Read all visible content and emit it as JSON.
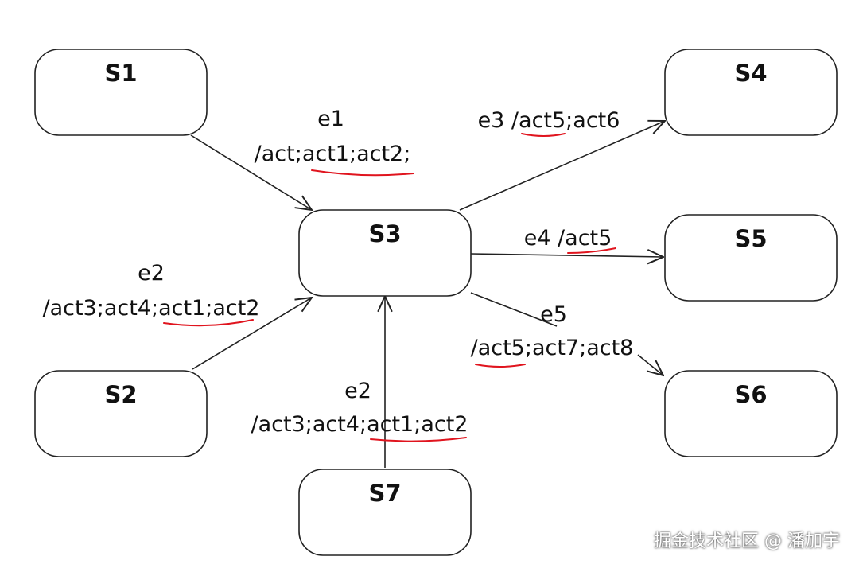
{
  "colors": {
    "stroke": "#222222",
    "highlight_underline": "#e0141e",
    "background": "#ffffff"
  },
  "states": {
    "s1": "S1",
    "s2": "S2",
    "s3": "S3",
    "s4": "S4",
    "s5": "S5",
    "s6": "S6",
    "s7": "S7"
  },
  "transitions": {
    "s1_s3": {
      "event": "e1",
      "actions": "/act;act1;act2;"
    },
    "s2_s3": {
      "event": "e2",
      "actions": "/act3;act4;act1;act2"
    },
    "s7_s3": {
      "event": "e2",
      "actions": "/act3;act4;act1;act2"
    },
    "s3_s4": {
      "label": "e3 /act5;act6"
    },
    "s3_s5": {
      "label": "e4 /act5"
    },
    "s3_s6": {
      "event": "e5",
      "actions": "/act5;act7;act8"
    }
  },
  "watermark": "掘金技术社区 @ 潘加宇"
}
